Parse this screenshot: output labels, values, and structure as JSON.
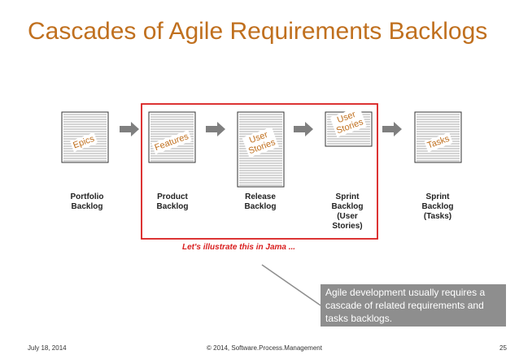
{
  "title": "Cascades of Agile Requirements Backlogs",
  "backlogs": [
    {
      "doc_label": "Epics",
      "caption": "Portfolio\nBacklog"
    },
    {
      "doc_label": "Features",
      "caption": "Product\nBacklog"
    },
    {
      "doc_label": "User\nStories",
      "caption": "Release\nBacklog"
    },
    {
      "doc_label": "User\nStories",
      "caption": "Sprint\nBacklog\n(User\nStories)"
    },
    {
      "doc_label": "Tasks",
      "caption": "Sprint\nBacklog\n(Tasks)"
    }
  ],
  "illustrate_text": "Let's illustrate this in Jama ...",
  "callout_text": "Agile development usually requires a cascade of related requirements and tasks backlogs.",
  "footer": {
    "date": "July 18, 2014",
    "copyright": "© 2014, Software.Process.Management",
    "page": "25"
  },
  "colors": {
    "title": "#c0701f",
    "highlight_box": "#d91d1d",
    "doc_label": "#c0701f",
    "callout_bg": "#8e8e8e",
    "arrow": "#7f7f7f"
  }
}
